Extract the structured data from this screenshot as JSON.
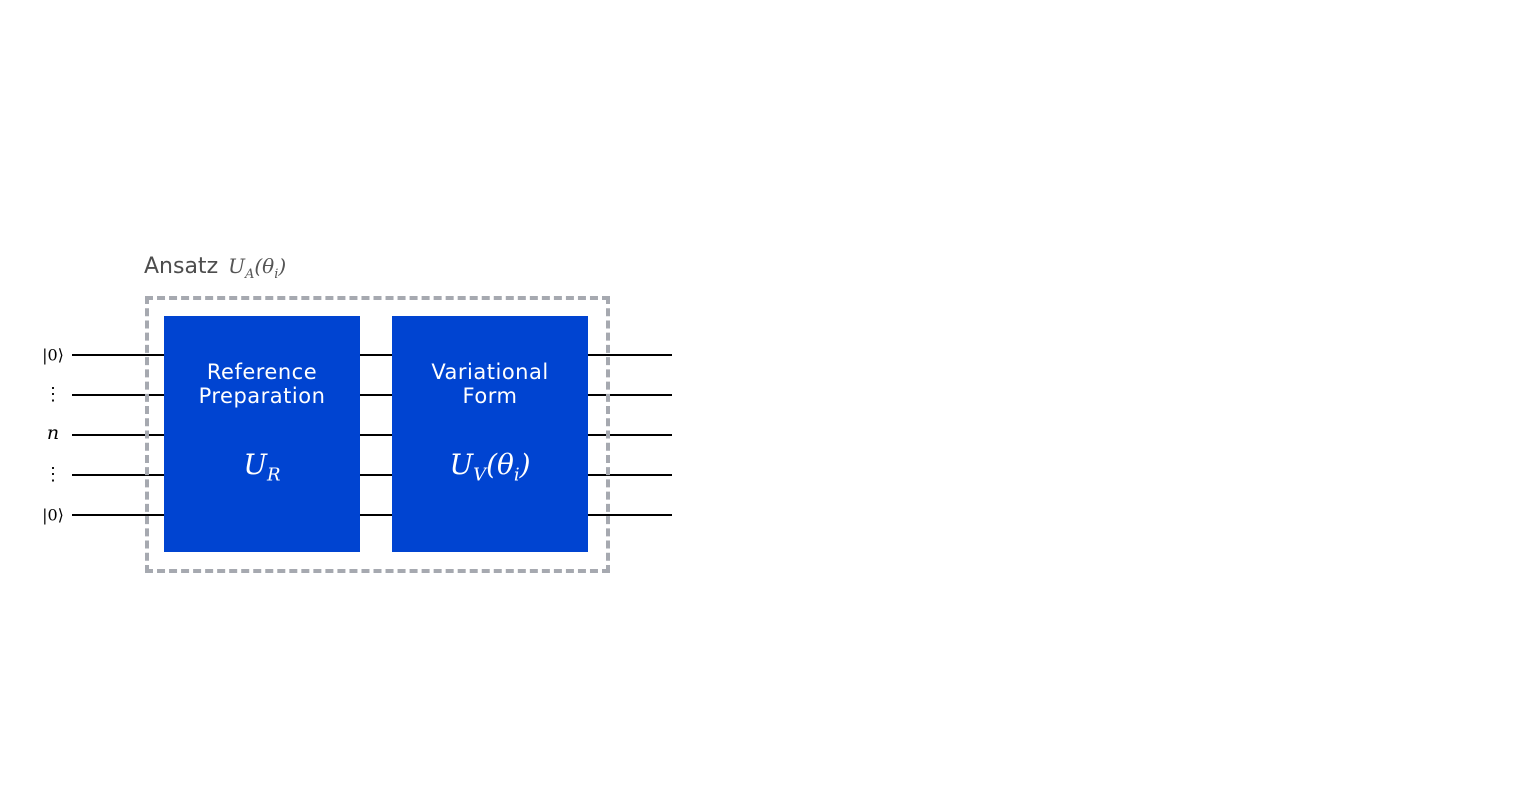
{
  "ansatz": {
    "label": "Ansatz",
    "operator": "U",
    "operator_sub": "A",
    "operator_arg_open": "(θ",
    "operator_arg_sub": "i",
    "operator_arg_close": ")"
  },
  "wires": [
    {
      "label": "|0⟩",
      "kind": "ket"
    },
    {
      "label": "⋮",
      "kind": "dots"
    },
    {
      "label": "n",
      "kind": "var"
    },
    {
      "label": "⋮",
      "kind": "dots"
    },
    {
      "label": "|0⟩",
      "kind": "ket"
    }
  ],
  "gates": [
    {
      "name": "Reference\nPreparation",
      "operator": "U",
      "operator_sub": "R",
      "operator_arg_open": "",
      "operator_arg_sub": "",
      "operator_arg_close": ""
    },
    {
      "name": "Variational\nForm",
      "operator": "U",
      "operator_sub": "V",
      "operator_arg_open": "(θ",
      "operator_arg_sub": "i",
      "operator_arg_close": ")"
    }
  ],
  "colors": {
    "gate_fill": "#0044d1",
    "dashed_border": "#a6a9b0",
    "wire": "#000000"
  }
}
